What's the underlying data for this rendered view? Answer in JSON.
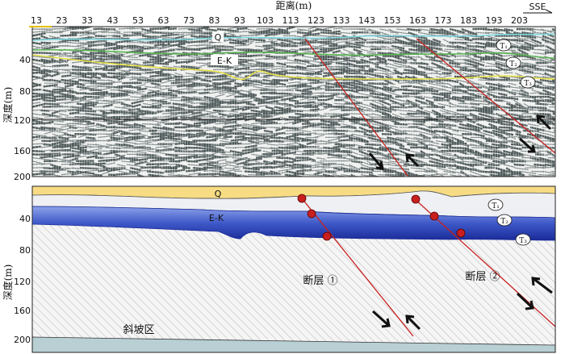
{
  "top_axis": {
    "title": "距离(m)",
    "ticks": [
      "13",
      "23",
      "33",
      "43",
      "53",
      "63",
      "73",
      "83",
      "93",
      "103",
      "113",
      "123",
      "133",
      "143",
      "153",
      "163",
      "173",
      "183",
      "193",
      "203"
    ],
    "direction": "SSE"
  },
  "top_panel": {
    "y_axis_title": "深度(m)",
    "y_ticks": [
      "40",
      "80",
      "120",
      "160",
      "200"
    ],
    "layer_labels": {
      "q": "Q",
      "ek": "E-K"
    },
    "horizon_labels": [
      "T₁",
      "T₂",
      "T₃"
    ]
  },
  "bottom_panel": {
    "y_axis_title": "深度(m)",
    "y_ticks": [
      "40",
      "80",
      "120",
      "160",
      "200"
    ],
    "layer_labels": {
      "q": "Q",
      "ek": "E-K"
    },
    "horizon_labels": [
      "T₁",
      "T₂",
      "T₃"
    ],
    "fault_labels": [
      "断层 ①",
      "断层 ②"
    ],
    "slope_label": "斜坡区"
  },
  "colors": {
    "q_layer": "#f7dc84",
    "t1_layer": "#eef0f4",
    "ek_layer": "#3e58c8",
    "hatch_fill": "#f4f4f4",
    "slope_fill": "#b8cfd4",
    "fault_line": "#c8201f",
    "fault_point": "#c8201f",
    "horizon_cyan": "#7fd7df",
    "horizon_green": "#5ab552",
    "horizon_yellow": "#e8e24a",
    "seismic_dark": "#4f5a5a"
  }
}
